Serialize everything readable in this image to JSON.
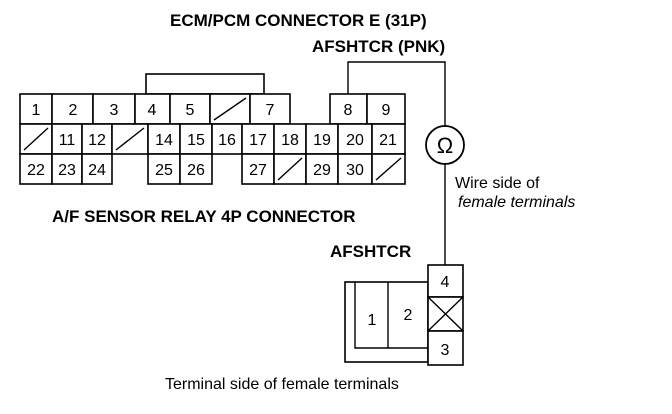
{
  "labels": {
    "ecm_title": "ECM/PCM CONNECTOR E (31P)",
    "wire_label": "AFSHTCR (PNK)",
    "relay_title": "A/F SENSOR RELAY 4P CONNECTOR",
    "relay_wire_label": "AFSHTCR",
    "wire_side_line1": "Wire side of",
    "wire_side_line2": "female terminals",
    "terminal_side": "Terminal side of female terminals",
    "ohmmeter_symbol": "Ω"
  },
  "ecm_connector": {
    "row1": [
      "1",
      "2",
      "3",
      "4",
      "5",
      "",
      "7",
      "",
      "8",
      "9"
    ],
    "row2": [
      "",
      "11",
      "12",
      "",
      "14",
      "15",
      "16",
      "17",
      "18",
      "19",
      "20",
      "21"
    ],
    "row3": [
      "22",
      "23",
      "24",
      "",
      "25",
      "26",
      "",
      "27",
      "",
      "29",
      "30",
      ""
    ]
  },
  "relay_connector": {
    "left": [
      "1",
      "2"
    ],
    "right": [
      "4",
      "",
      "3"
    ]
  }
}
